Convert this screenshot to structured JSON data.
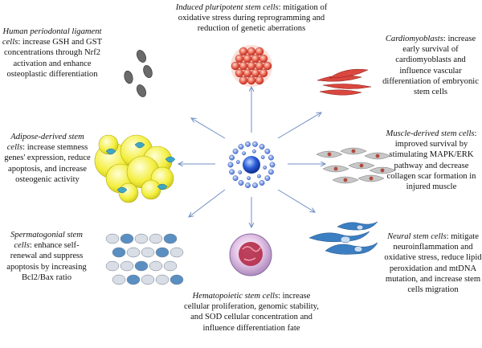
{
  "cells": {
    "ipsc": {
      "title": "Induced pluripotent stem cells",
      "desc": ": mitigation of oxidative stress during reprogramming and reduction of genetic aberrations"
    },
    "pdl": {
      "title": "Human periodontal ligament cells",
      "desc": ": increase GSH and GST concentrations through Nrf2 activation and enhance osteoplastic differentiation"
    },
    "cardio": {
      "title": "Cardiomyoblasts",
      "desc": ": increase early survival of cardiomyoblasts and influence vascular differentiation of embryonic stem cells"
    },
    "adipose": {
      "title": "Adipose-derived stem cells",
      "desc": ": increase stemness genes' expression, reduce apoptosis, and increase osteogenic activity"
    },
    "muscle": {
      "title": "Muscle-derived stem cells",
      "desc": ": improved survival by stimulating MAPK/ERK pathway and decrease collagen scar formation in injured muscle"
    },
    "sperm": {
      "title": "Spermatogonial stem cells",
      "desc": ": enhance self-renewal and suppress apoptosis by increasing Bcl2/Bax ratio"
    },
    "neural": {
      "title": "Neural stem cells",
      "desc": ": mitigate neuroinflammation and oxidative stress, reduce lipid peroxidation and mtDNA mutation, and increase stem cells migration"
    },
    "hemato": {
      "title": "Hematopoietic stem cells",
      "desc": ": increase cellular proliferation, genomic stability, and SOD cellular concentration and influence differentiation fate"
    }
  },
  "colors": {
    "arrow": "#6f8fc4",
    "center": "#2a5bd8",
    "ipsc": "#e0473a",
    "cardio": "#d9473f",
    "adipose": "#f3ee3c",
    "neural": "#3b7fc2"
  }
}
